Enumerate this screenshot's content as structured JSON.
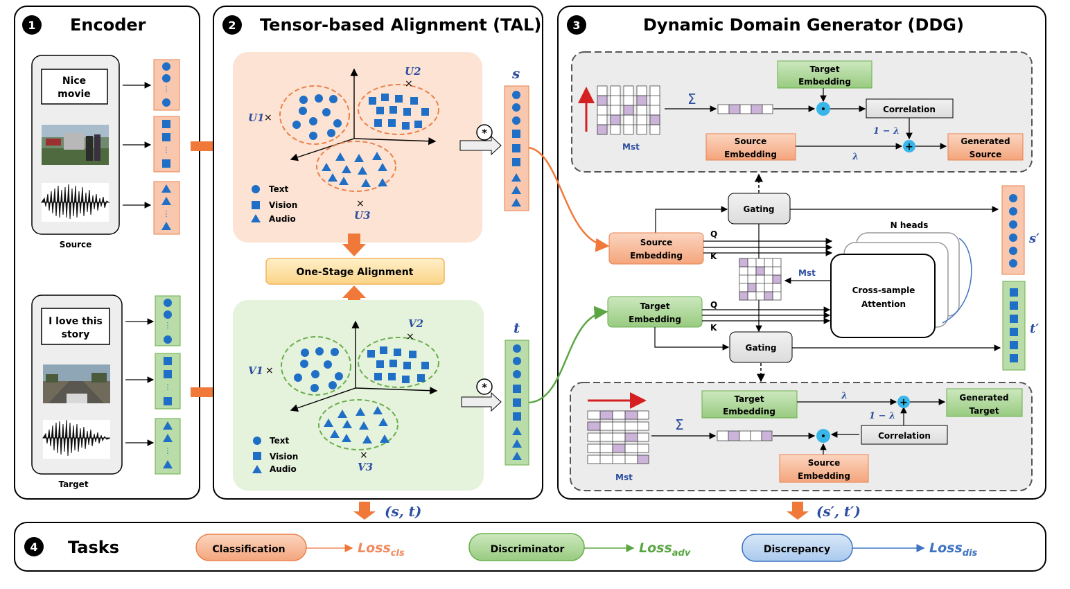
{
  "sections": {
    "encoder": {
      "number": "1",
      "title": "Encoder"
    },
    "tal": {
      "number": "2",
      "title": "Tensor-based Alignment (TAL)"
    },
    "ddg": {
      "number": "3",
      "title": "Dynamic Domain Generator (DDG)"
    },
    "tasks": {
      "number": "4",
      "title": "Tasks"
    }
  },
  "encoder": {
    "source_text": [
      "Nice",
      "movie"
    ],
    "target_text": [
      "I love this",
      "story"
    ],
    "source_label": "Source",
    "target_label": "Target"
  },
  "tal": {
    "source_clusters": [
      "U1",
      "U2",
      "U3"
    ],
    "target_clusters": [
      "V1",
      "V2",
      "V3"
    ],
    "legend": [
      "Text",
      "Vision",
      "Audio"
    ],
    "alignment_label": "One-Stage Alignment",
    "source_output": "s",
    "target_output": "t",
    "op_symbol": "*"
  },
  "ddg": {
    "top": {
      "target_embedding": [
        "Target",
        "Embedding"
      ],
      "source_embedding": [
        "Source",
        "Embedding"
      ],
      "correlation": "Correlation",
      "generated": [
        "Generated",
        "Source"
      ],
      "one_minus_lambda": "1 − λ",
      "lambda": "λ",
      "matrix_label": "Mst",
      "sum": "Σ"
    },
    "middle": {
      "gating": "Gating",
      "source_embedding": [
        "Source",
        "Embedding"
      ],
      "target_embedding": [
        "Target",
        "Embedding"
      ],
      "q": "Q",
      "k": "K",
      "matrix_label": "Mst",
      "heads_label": "N heads",
      "attention": [
        "Cross-sample",
        "Attention"
      ],
      "s_prime": "s′",
      "t_prime": "t′"
    },
    "bottom": {
      "target_embedding": [
        "Target",
        "Embedding"
      ],
      "source_embedding": [
        "Source",
        "Embedding"
      ],
      "correlation": "Correlation",
      "generated": [
        "Generated",
        "Target"
      ],
      "one_minus_lambda": "1 − λ",
      "lambda": "λ",
      "matrix_label": "Mst",
      "sum": "Σ"
    }
  },
  "flow": {
    "tal_output": "(s, t)",
    "ddg_output": "(s′, t′)"
  },
  "tasks": [
    {
      "name": "Classification",
      "loss": "Loss",
      "loss_sub": "cls",
      "color": "#f08a5d"
    },
    {
      "name": "Discriminator",
      "loss": "Loss",
      "loss_sub": "adv",
      "color": "#5aa642"
    },
    {
      "name": "Discrepancy",
      "loss": "Loss",
      "loss_sub": "dis",
      "color": "#3d73c0"
    }
  ],
  "colors": {
    "orange_fill": "#f8c7ad",
    "orange_stroke": "#e9814c",
    "green_fill": "#b9dca8",
    "green_stroke": "#6aae4d",
    "blue_shape": "#1f6fc6",
    "arrow_orange": "#f07838"
  }
}
